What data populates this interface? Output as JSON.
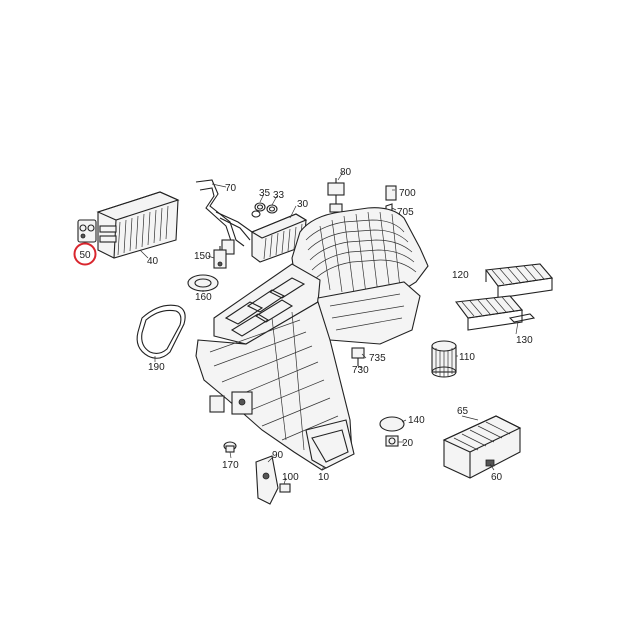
{
  "diagram": {
    "highlight_color": "#d9262e",
    "highlighted_part": "50",
    "parts": [
      {
        "number": "80"
      },
      {
        "number": "700"
      },
      {
        "number": "705"
      },
      {
        "number": "70"
      },
      {
        "number": "35"
      },
      {
        "number": "33"
      },
      {
        "number": "30"
      },
      {
        "number": "40"
      },
      {
        "number": "50"
      },
      {
        "number": "150"
      },
      {
        "number": "160"
      },
      {
        "number": "120"
      },
      {
        "number": "130"
      },
      {
        "number": "190"
      },
      {
        "number": "735"
      },
      {
        "number": "730"
      },
      {
        "number": "110"
      },
      {
        "number": "140"
      },
      {
        "number": "65"
      },
      {
        "number": "20"
      },
      {
        "number": "170"
      },
      {
        "number": "90"
      },
      {
        "number": "100"
      },
      {
        "number": "10"
      },
      {
        "number": "60"
      }
    ]
  }
}
